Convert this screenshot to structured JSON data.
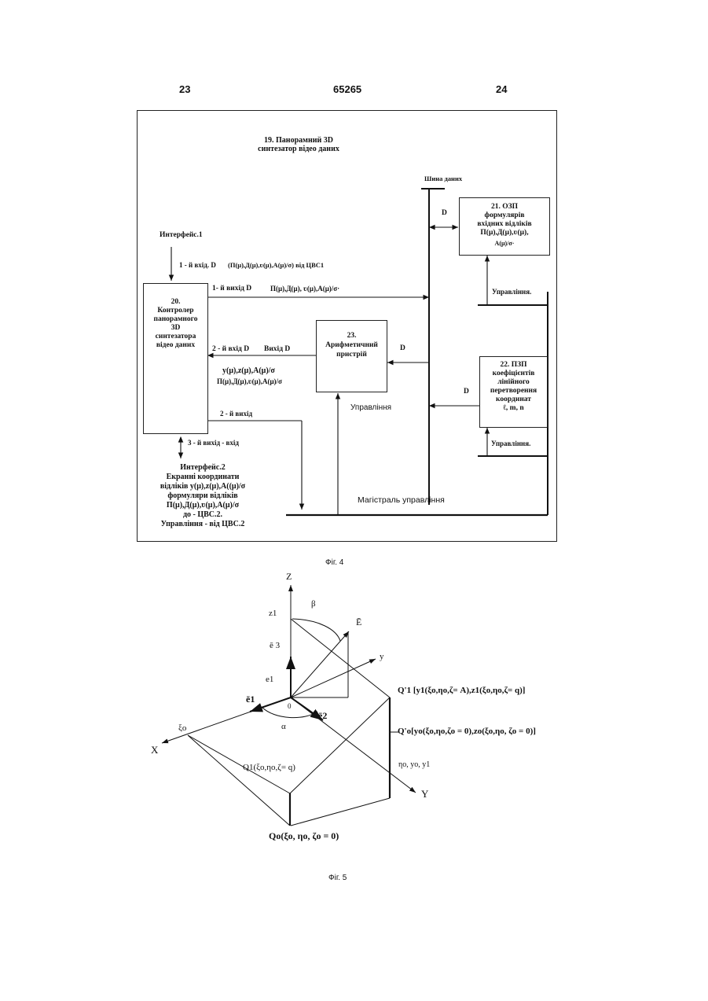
{
  "header": {
    "left": "23",
    "center": "65265",
    "right": "24"
  },
  "fig4": {
    "title_1": "19.   Панорамний  3D",
    "title_2": "синтезатор відео даних",
    "bus_label": "Шина даних",
    "ram": {
      "lines": [
        "21.  ОЗП",
        "формулярів",
        "вхідних відліків",
        "П(μ),Д(μ),ʋ(μ),",
        "А(μ)/σ·"
      ]
    },
    "controller": {
      "lines": [
        "20.",
        "Контролер",
        "панорамного",
        "3D",
        "синтезатора",
        "відео даних"
      ]
    },
    "arith": {
      "lines": [
        "23.",
        "Арифметичний",
        "пристрій"
      ]
    },
    "rom": {
      "lines": [
        "22.   ПЗП",
        "коефіцієнтів",
        "лінійного",
        "перетворення",
        "координат",
        "ℓ, m, n"
      ]
    },
    "interface1": "Интерфейс.1",
    "input1": "1 - й вхід. D",
    "input1_formula": "(П(μ),Д(μ),ʋ(μ),А(μ)/σ) від ЦВС1",
    "output1": "1- й вихід  D",
    "output1_formula": "П(μ),Д(μ), ʋ(μ),А(μ)/σ·",
    "d_ram": "D",
    "upr_ram": "Управління.",
    "input2": "2 - й вхід D",
    "output_d": "Вихід D",
    "d_arith": "D",
    "formula2a": "y(μ),z(μ),A(μ)/σ",
    "formula2b": "П(μ),Д(μ),ʋ(μ),А(μ)/σ",
    "d_rom": "D",
    "upr_arith": "Управління",
    "upr_rom": "Управління.",
    "output2": "2 - й вихід",
    "io3": "3 - й вихід - вхід",
    "interface2": [
      "Интерфейс.2",
      "Екранні координати",
      "відліків y(μ),z(μ),A((μ)/σ",
      "формуляри відліків",
      "П(μ),Д(μ),ʋ(μ),А(μ)/σ",
      "до - ЦВС.2.",
      "Управління - від ЦВС.2"
    ],
    "mag_label": "Магістраль управління",
    "caption": "Фіг. 4"
  },
  "fig5": {
    "Z": "Z",
    "z1": "z1",
    "beta": "β",
    "E": "Ē",
    "e3": "ē 3",
    "y_bar": "y",
    "e1_small": "e1",
    "e1": "ē1",
    "zero": "0",
    "e2": "ē2",
    "alpha": "α",
    "xi0": "ξo",
    "X": "X",
    "Y": "Y",
    "Q1prime": "Q'1 [y1(ξo,ηo,ζ= A),z1(ξo,ηo,ζ= q)]",
    "Q0prime": "Q'o[yo(ξo,ηo,ζo = 0),zo(ξo,ηo, ζo = 0)]",
    "eta_row": "ηo, yo, y1",
    "Q1": "Q1(ξo,ηo,ζ= q)",
    "Q0": "Qo(ξo, ηo, ζo = 0)",
    "caption": "Фіг. 5"
  }
}
